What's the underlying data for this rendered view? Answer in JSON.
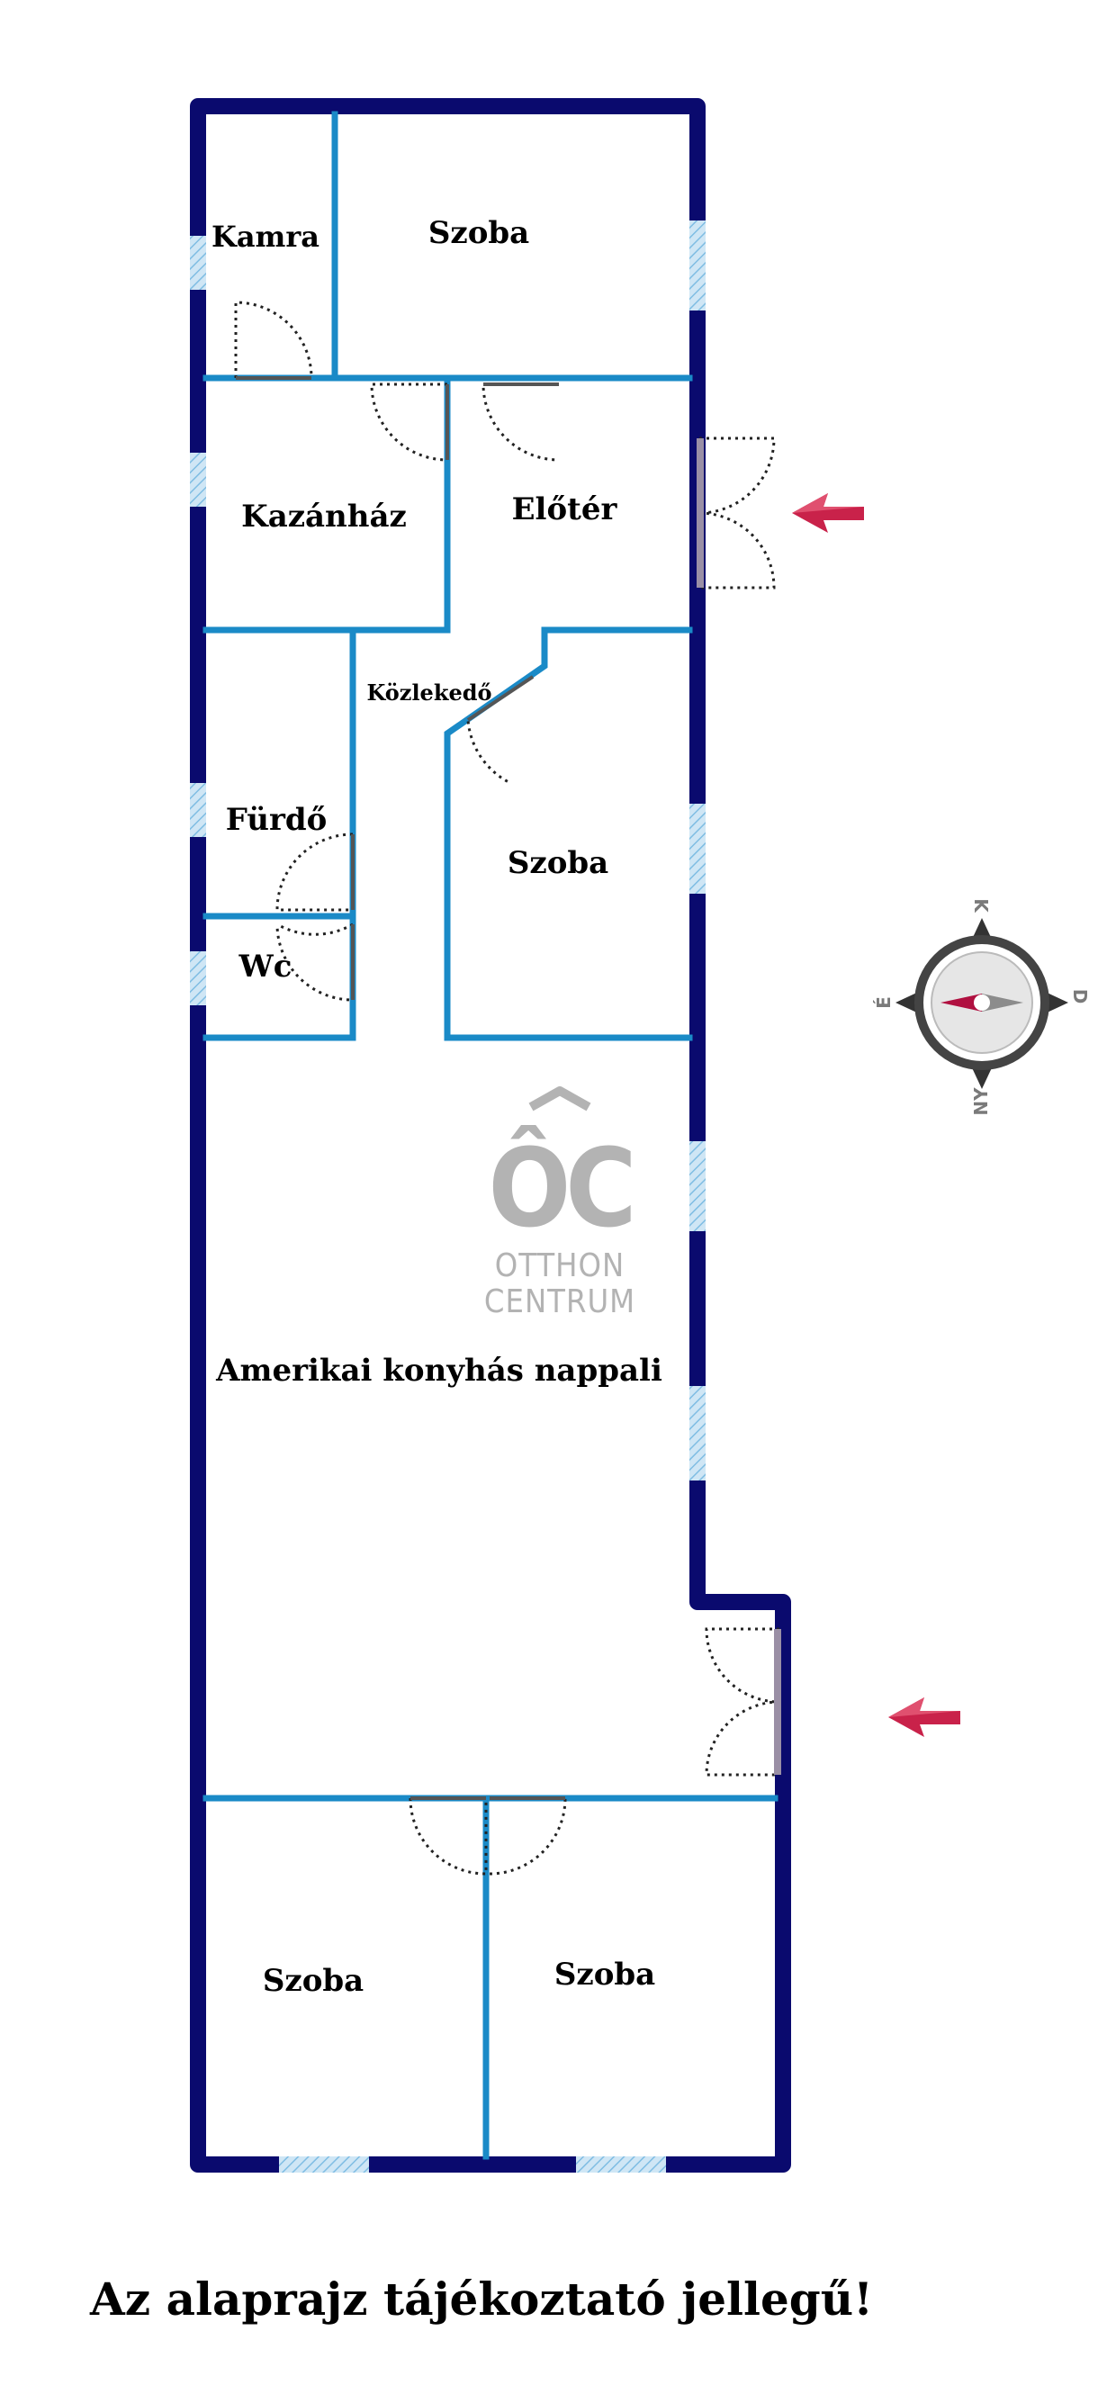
{
  "rooms": {
    "kamra": "Kamra",
    "szoba_top": "Szoba",
    "kazanhaz": "Kazánház",
    "eloter": "Előtér",
    "kozlekedo": "Közlekedő",
    "furdo": "Fürdő",
    "wc": "Wc",
    "szoba_mid": "Szoba",
    "nappali": "Amerikai konyhás nappali",
    "szoba_bottom_left": "Szoba",
    "szoba_bottom_right": "Szoba"
  },
  "logo": {
    "monogram": "ÔC",
    "line1": "OTTHON",
    "line2": "CENTRUM"
  },
  "compass": {
    "north": "K",
    "east": "D",
    "south": "NY",
    "west": "É"
  },
  "entrance_arrows": 2,
  "footer": {
    "note": "Az alaprajz tájékoztató jellegű!"
  },
  "colors": {
    "outer_wall": "#0a0a6e",
    "inner_wall": "#1a8ac7",
    "window": "#a8d4ee",
    "arrow": "#c9224a",
    "logo": "#b3b3b3",
    "compass_ring": "#444444"
  }
}
